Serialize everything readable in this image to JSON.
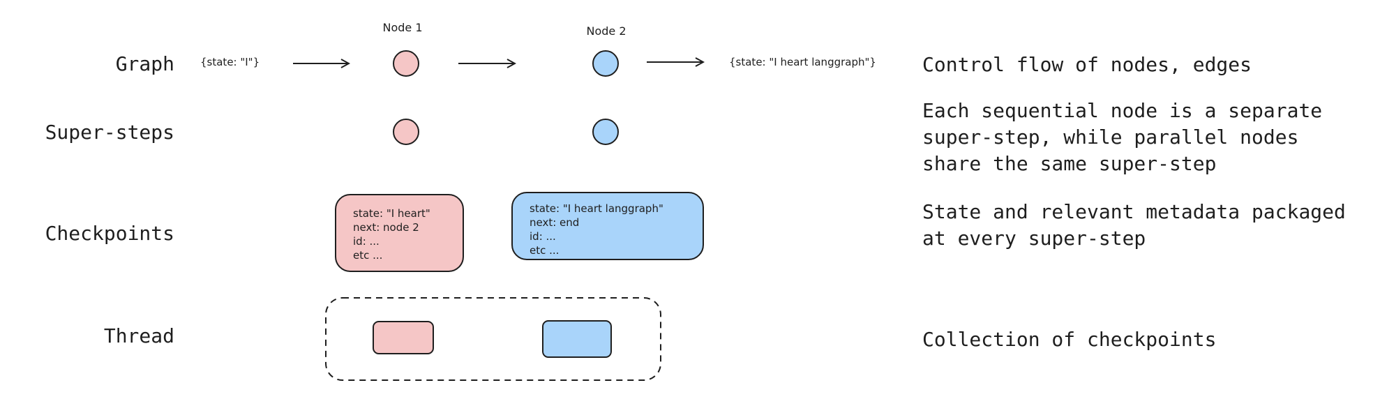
{
  "rows": {
    "graph": "Graph",
    "supersteps": "Super-steps",
    "checkpoints": "Checkpoints",
    "thread": "Thread"
  },
  "graph": {
    "input_state": "{state: \"I\"}",
    "output_state": "{state: \"I heart langgraph\"}",
    "node1_label": "Node 1",
    "node2_label": "Node 2"
  },
  "checkpoint1": {
    "lines": [
      "state: \"I heart\"",
      "next: node 2",
      "id: ...",
      "etc ..."
    ]
  },
  "checkpoint2": {
    "lines": [
      "state: \"I heart langgraph\"",
      "next: end",
      "id: ...",
      "etc ..."
    ]
  },
  "descriptions": {
    "graph": "Control flow of nodes, edges",
    "supersteps": "Each sequential node is a separate\nsuper-step, while parallel nodes\nshare the same super-step",
    "checkpoints": "State and relevant metadata packaged\nat every super-step",
    "thread": "Collection of checkpoints"
  },
  "colors": {
    "node1_fill": "#f5c6c6",
    "node2_fill": "#a9d4fa",
    "stroke": "#1e1e1e"
  }
}
